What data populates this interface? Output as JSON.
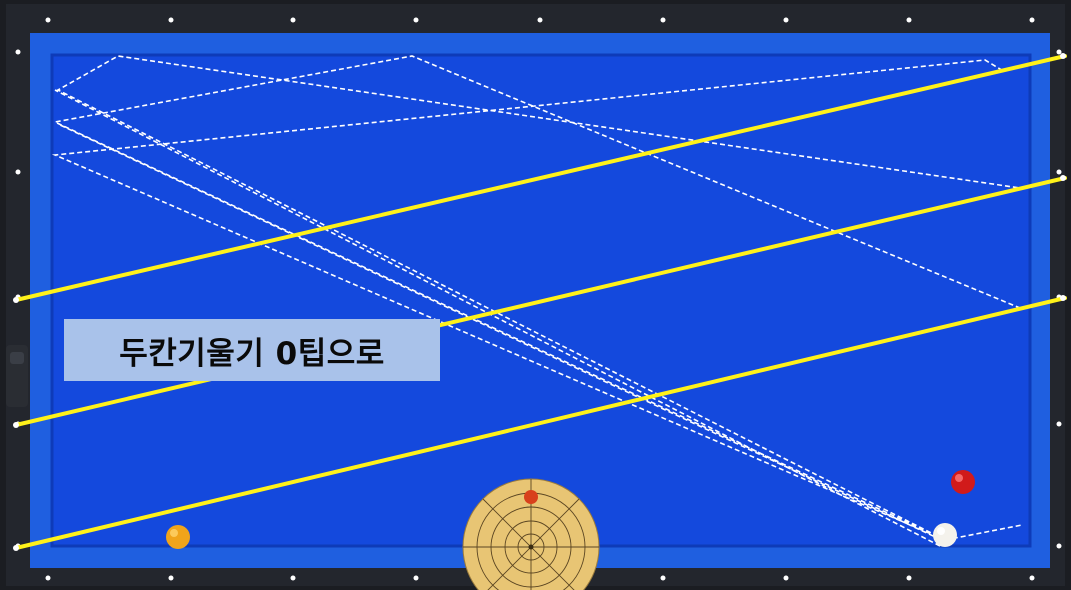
{
  "caption": "두칸기울기 0팁으로",
  "colors": {
    "frame": "#1b1d22",
    "cushion": "#1f5fe0",
    "cloth": "#1449dd",
    "aim_line": "#fff21a",
    "path_line": "#ffffff",
    "diamond": "#ffffff",
    "tip_guide": "#e8c574",
    "tip_point": "#d8401c"
  },
  "balls": [
    {
      "name": "yellow-ball",
      "color": "#f0a41a"
    },
    {
      "name": "red-ball",
      "color": "#d11a1a"
    },
    {
      "name": "white-ball",
      "color": "#f4f2ec"
    }
  ],
  "aim_lines_count": 3,
  "path_lines_dashed": true,
  "tip_guide": {
    "tip_offset": 0
  }
}
